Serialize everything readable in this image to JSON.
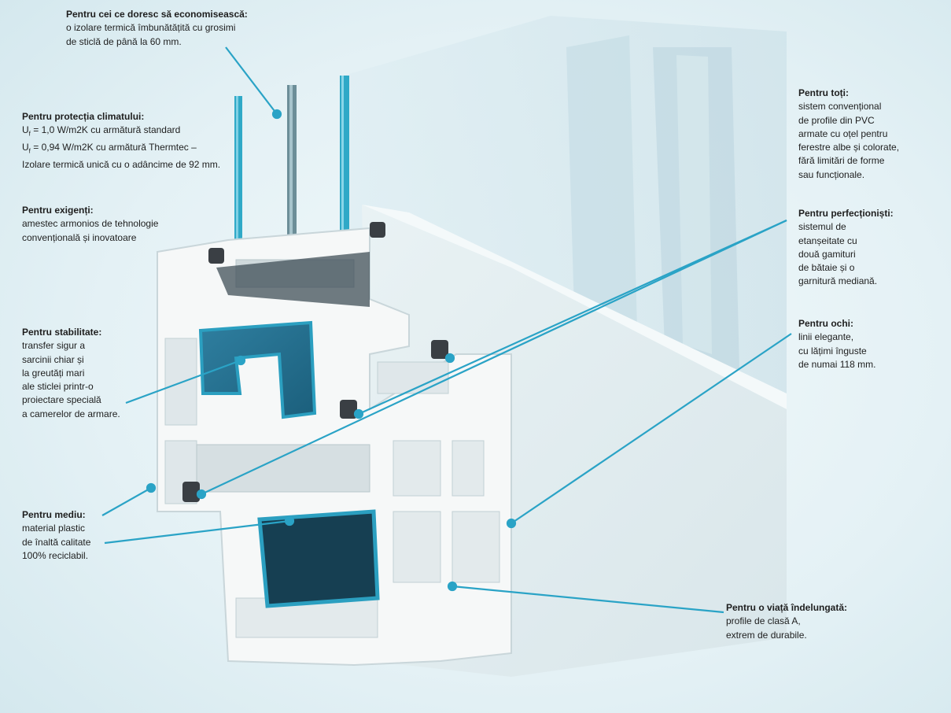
{
  "colors": {
    "leader": "#2aa3c6",
    "text": "#1e1e1e",
    "glass_edge": "#2fa9c7",
    "steel": "#2b9fc0"
  },
  "callouts": {
    "economise": {
      "title": "Pentru cei ce doresc să economisească:",
      "lines": [
        "o izolare termică îmbunătățită cu grosimi",
        "de sticlă de până la 60 mm."
      ]
    },
    "climate": {
      "title": "Pentru protecția climatului:",
      "line1_prefix": "U",
      "line1_sub": "f",
      "line1_rest": " = 1,0 W/m2K cu armătură standard",
      "line2_prefix": "U",
      "line2_sub": "f",
      "line2_rest": " = 0,94  W/m2K cu armătură Thermtec –",
      "line3": "Izolare termică unică cu o adâncime de 92 mm."
    },
    "demanding": {
      "title": "Pentru exigenți:",
      "lines": [
        "amestec armonios de tehnologie",
        "convențională și inovatoare"
      ]
    },
    "stability": {
      "title": "Pentru stabilitate:",
      "lines": [
        "transfer sigur a",
        "sarcinii chiar și",
        "la greutăți mari",
        "ale sticlei printr-o",
        "proiectare specială",
        "a camerelor de armare."
      ]
    },
    "environment": {
      "title": "Pentru mediu:",
      "lines": [
        "material plastic",
        "de înaltă calitate",
        "100% reciclabil."
      ]
    },
    "everyone": {
      "title": "Pentru toți:",
      "lines": [
        "sistem convențional",
        "de profile din PVC",
        "armate cu oțel pentru",
        "ferestre albe și colorate,",
        "fără limitări de forme",
        "sau funcționale."
      ]
    },
    "perfectionists": {
      "title": "Pentru perfecționiști:",
      "lines": [
        "sistemul de",
        "etanșeitate cu",
        "două gamituri",
        "de bătaie și o",
        "garnitură mediană."
      ]
    },
    "eyes": {
      "title": "Pentru ochi:",
      "lines": [
        "linii elegante,",
        "cu lățimi înguste",
        "de numai 118 mm."
      ]
    },
    "longlife": {
      "title": "Pentru o viață îndelungată:",
      "lines": [
        "profile de clasă A,",
        "extrem de durabile."
      ]
    }
  }
}
